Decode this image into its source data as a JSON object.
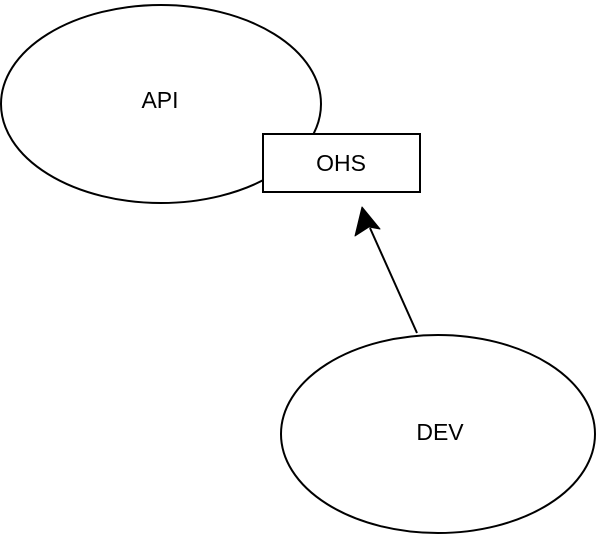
{
  "diagram": {
    "background_color": "#ffffff",
    "stroke_color": "#000000",
    "text_color": "#000000",
    "fill_color": "#ffffff",
    "nodes": [
      {
        "id": "api",
        "shape": "ellipse",
        "label": "API"
      },
      {
        "id": "ohs",
        "shape": "rectangle",
        "label": "OHS"
      },
      {
        "id": "dev",
        "shape": "ellipse",
        "label": "DEV"
      }
    ],
    "edges": [
      {
        "from": "dev",
        "to": "ohs",
        "label": "",
        "line_style": "solid",
        "arrowhead": "classic-filled"
      }
    ]
  }
}
